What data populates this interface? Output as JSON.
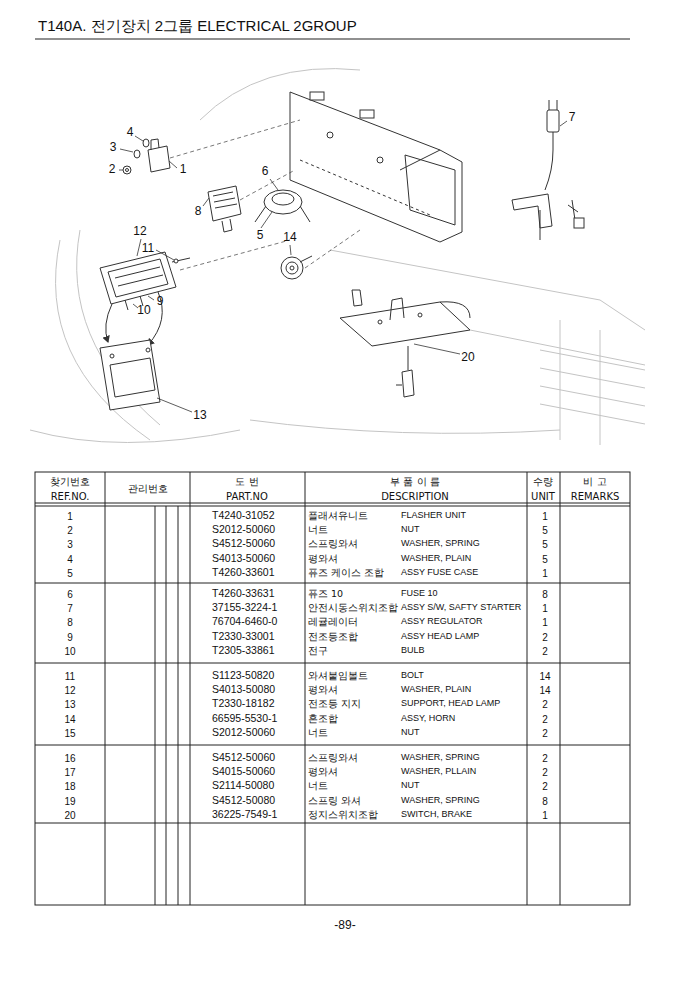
{
  "diagram": {
    "title": "T140A. 전기장치 2그룹 ELECTRICAL 2GROUP",
    "labels": [
      "1",
      "2",
      "3",
      "4",
      "5",
      "6",
      "7",
      "8",
      "9",
      "10",
      "11",
      "12",
      "13",
      "14",
      "20",
      "찾기번호",
      "REF.NO.",
      "관리번호",
      "도 번",
      "PART.NO",
      "부 품 이 름",
      "DESCRIPTION",
      "수량",
      "UNIT",
      "비 고",
      "REMARKS",
      "1",
      "T4240-31052",
      "플래셔유니트",
      "FLASHER UNIT",
      "1",
      "2",
      "S2012-50060",
      "너트",
      "NUT",
      "5",
      "3",
      "S4512-50060",
      "스프링와셔",
      "WASHER, SPRING",
      "5",
      "4",
      "S4013-50060",
      "평와셔",
      "WASHER, PLAIN",
      "5",
      "5",
      "T4260-33601",
      "퓨즈 케이스 조합",
      "ASSY FUSE CASE",
      "1",
      "6",
      "T4260-33631",
      "퓨즈 10",
      "FUSE 10",
      "8",
      "7",
      "37155-3224-1",
      "안전시동스위치조합",
      "ASSY S/W, SAFTY STARTER",
      "1",
      "8",
      "76704-6460-0",
      "레귤레이터",
      "ASSY REGULATOR",
      "1",
      "9",
      "T2330-33001",
      "전조등조합",
      "ASSY HEAD LAMP",
      "2",
      "10",
      "T2305-33861",
      "전구",
      "BULB",
      "2",
      "11",
      "S1123-50820",
      "와셔붙임볼트",
      "BOLT",
      "14",
      "12",
      "S4013-50080",
      "평와셔",
      "WASHER, PLAIN",
      "14",
      "13",
      "T2330-18182",
      "전조등 지지",
      "SUPPORT, HEAD LAMP",
      "2",
      "14",
      "66595-5530-1",
      "혼조합",
      "ASSY, HORN",
      "2",
      "15",
      "S2012-50060",
      "너트",
      "NUT",
      "2",
      "16",
      "S4512-50060",
      "스프링와셔",
      "WASHER, SPRING",
      "2",
      "17",
      "S4015-50060",
      "평와셔",
      "WASHER, PLLAIN",
      "2",
      "18",
      "S2114-50080",
      "너트",
      "NUT",
      "2",
      "19",
      "S4512-50080",
      "스프링 와셔",
      "WASHER, SPRING",
      "8",
      "20",
      "36225-7549-1",
      "정지스위치조합",
      "SWITCH, BRAKE",
      "1",
      "-89-"
    ]
  }
}
